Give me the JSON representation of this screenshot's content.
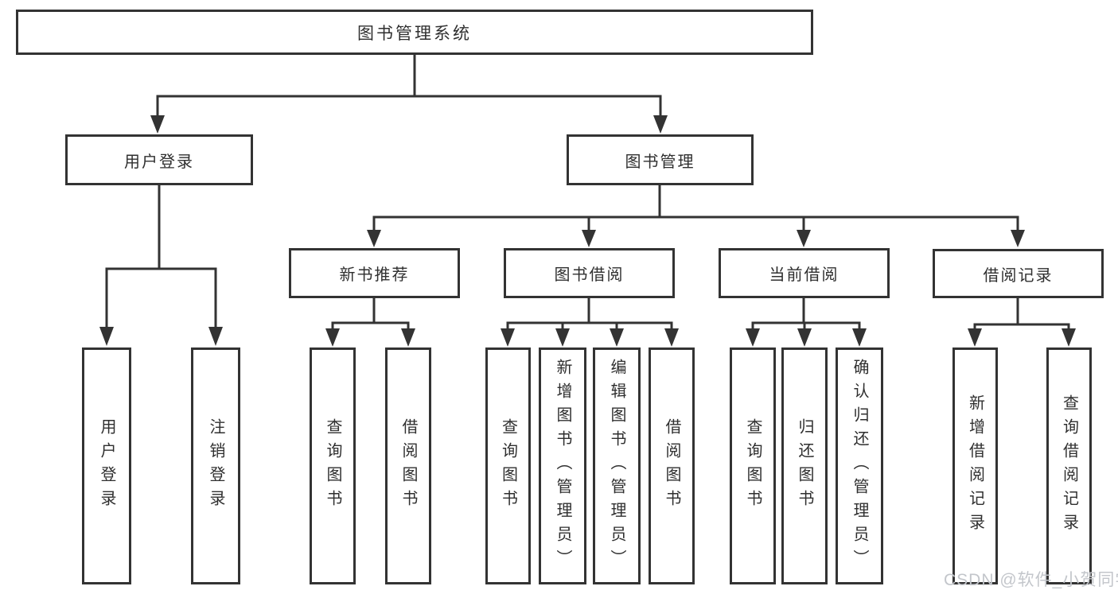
{
  "diagram": {
    "root": "图书管理系统",
    "level2": {
      "user_login": "用户登录",
      "book_management": "图书管理"
    },
    "level3": {
      "new_book_recommend": "新书推荐",
      "book_borrow": "图书借阅",
      "current_borrow": "当前借阅",
      "borrow_records": "借阅记录"
    },
    "leaves": {
      "user_login": [
        "用户登录",
        "注销登录"
      ],
      "new_book_recommend": [
        "查询图书",
        "借阅图书"
      ],
      "book_borrow": [
        "查询图书",
        "新增图书（管理员）",
        "编辑图书（管理员）",
        "借阅图书"
      ],
      "current_borrow": [
        "查询图书",
        "归还图书",
        "确认归还（管理员）"
      ],
      "borrow_records": [
        "新增借阅记录",
        "查询借阅记录"
      ]
    }
  },
  "watermark": "CSDN @软件_小贺同学",
  "colors": {
    "line": "#333333",
    "box_border": "#333333",
    "text": "#2f2f2f",
    "watermark": "#c3c6cb",
    "background": "#ffffff"
  }
}
